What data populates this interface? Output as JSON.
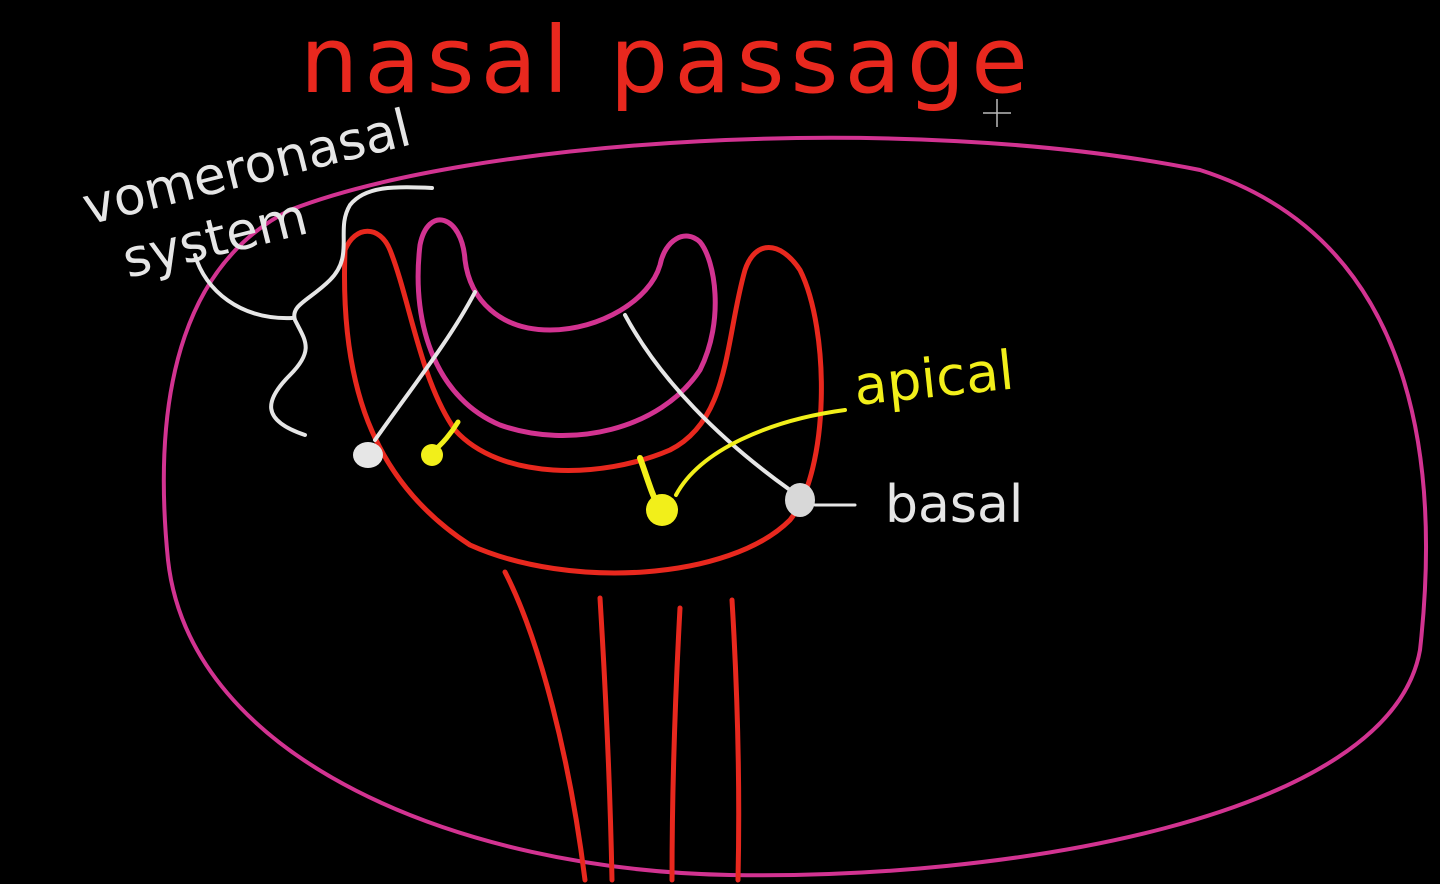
{
  "title": "nasal passage",
  "labels": {
    "vomeronasal_line1": "vomeronasal",
    "vomeronasal_line2": "system",
    "apical": "apical",
    "basal": "basal"
  },
  "colors": {
    "background": "#000000",
    "outer_outline": "#d23391",
    "red_structure": "#e8281e",
    "magenta_inner": "#d23391",
    "white_neurons": "#e6e6e6",
    "yellow_neurons": "#f2ef1a"
  },
  "icons": {
    "cursor": "crosshair-cursor-icon"
  }
}
